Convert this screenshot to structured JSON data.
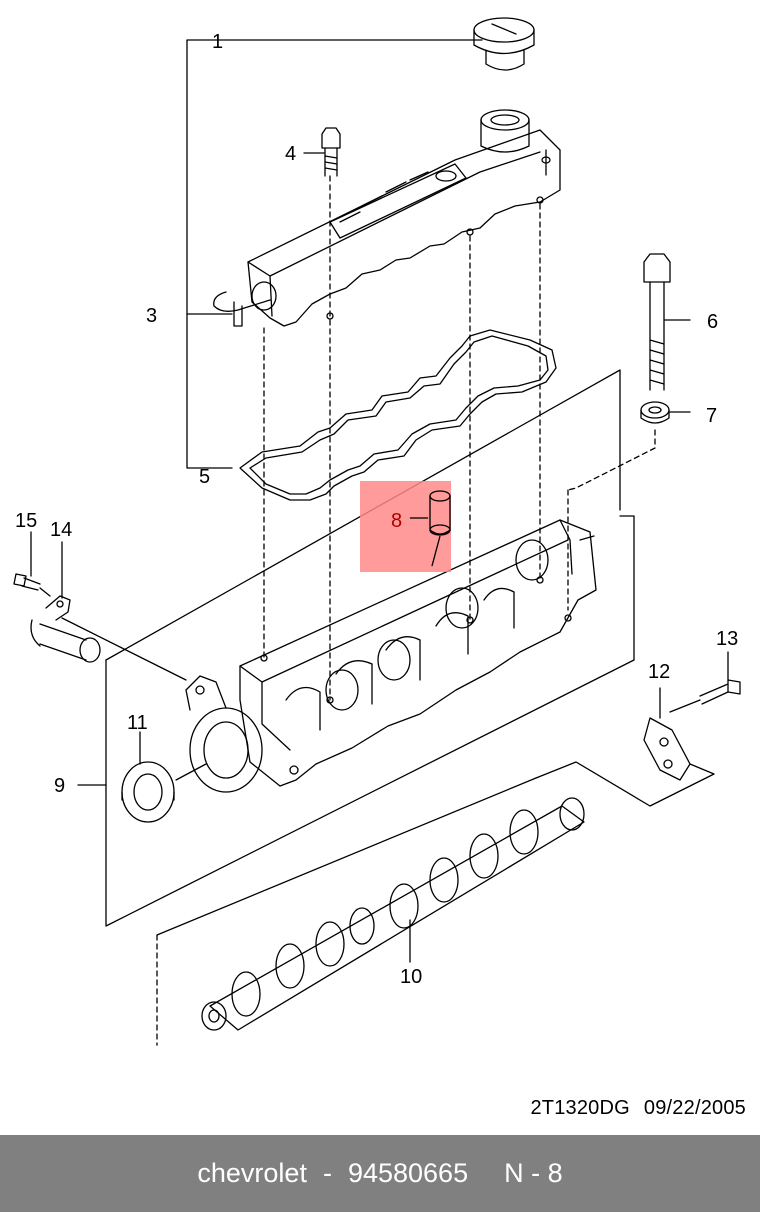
{
  "diagram": {
    "callouts": [
      {
        "id": "1",
        "label": "1"
      },
      {
        "id": "3",
        "label": "3"
      },
      {
        "id": "4",
        "label": "4"
      },
      {
        "id": "5",
        "label": "5"
      },
      {
        "id": "6",
        "label": "6"
      },
      {
        "id": "7",
        "label": "7"
      },
      {
        "id": "8",
        "label": "8"
      },
      {
        "id": "9",
        "label": "9"
      },
      {
        "id": "10",
        "label": "10"
      },
      {
        "id": "11",
        "label": "11"
      },
      {
        "id": "12",
        "label": "12"
      },
      {
        "id": "13",
        "label": "13"
      },
      {
        "id": "14",
        "label": "14"
      },
      {
        "id": "15",
        "label": "15"
      }
    ],
    "highlighted_part": "8",
    "highlight_color": "#ff8a8a",
    "doc_code": "2T1320DG",
    "doc_date": "09/22/2005"
  },
  "footer": {
    "background": "#808080",
    "brand": "chevrolet",
    "separator": "-",
    "part_number": "94580665",
    "ref": "N - 8"
  }
}
